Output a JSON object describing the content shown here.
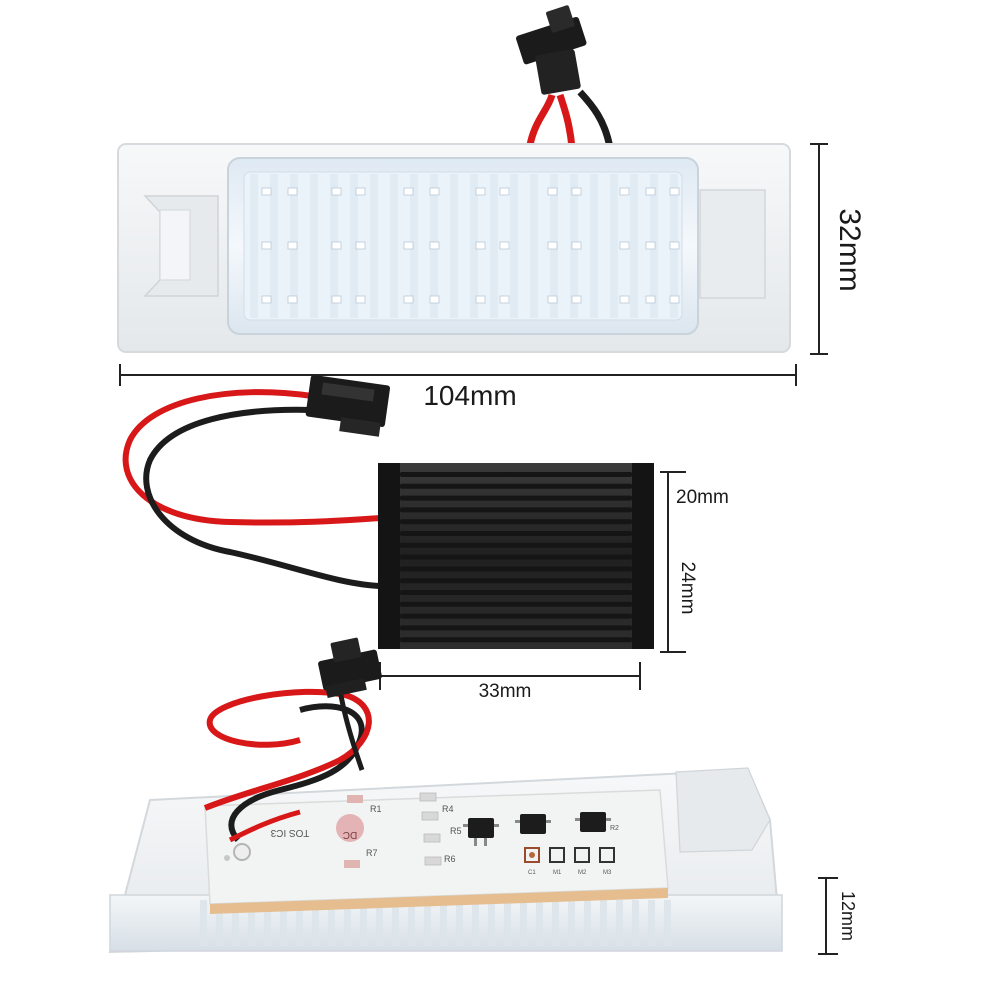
{
  "dimensions": {
    "led_plate_length": "104mm",
    "led_plate_height": "32mm",
    "driver_width": "20mm",
    "driver_height": "24mm",
    "driver_length": "33mm",
    "plate_thickness": "12mm"
  },
  "pcb_markings": {
    "r1": "R1",
    "r4": "R4",
    "r5": "R5",
    "r6": "R6",
    "r7": "R7",
    "r2": "R2",
    "c1": "C1",
    "m1": "M1",
    "m2": "M2",
    "m3": "M3",
    "dc": "DC",
    "board_id": "TOS IC3"
  },
  "colors": {
    "wire_red": "#d81818",
    "wire_black": "#1c1c1c",
    "driver_body": "#2a2a2a",
    "pcb": "#f2f4f3",
    "led_glow": "#eaf2fb",
    "housing": "#eef1f3",
    "dimension_line": "#222222"
  }
}
